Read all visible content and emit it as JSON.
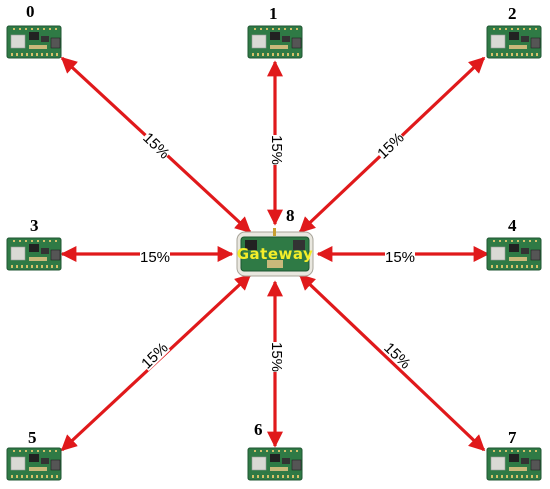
{
  "nodes": [
    {
      "id": "0",
      "label": "0"
    },
    {
      "id": "1",
      "label": "1"
    },
    {
      "id": "2",
      "label": "2"
    },
    {
      "id": "3",
      "label": "3"
    },
    {
      "id": "4",
      "label": "4"
    },
    {
      "id": "5",
      "label": "5"
    },
    {
      "id": "6",
      "label": "6"
    },
    {
      "id": "7",
      "label": "7"
    }
  ],
  "gateway": {
    "id": "8",
    "label": "8",
    "text": "Gateway"
  },
  "edges": [
    {
      "to": "0",
      "label": "15%"
    },
    {
      "to": "1",
      "label": "15%"
    },
    {
      "to": "2",
      "label": "15%"
    },
    {
      "to": "3",
      "label": "15%"
    },
    {
      "to": "4",
      "label": "15%"
    },
    {
      "to": "5",
      "label": "15%"
    },
    {
      "to": "6",
      "label": "15%"
    },
    {
      "to": "7",
      "label": "15%"
    }
  ],
  "colors": {
    "arrow": "#e0191b",
    "board": "#2f7a45",
    "board_dark": "#1f5532",
    "chip": "#d9d9d4"
  }
}
